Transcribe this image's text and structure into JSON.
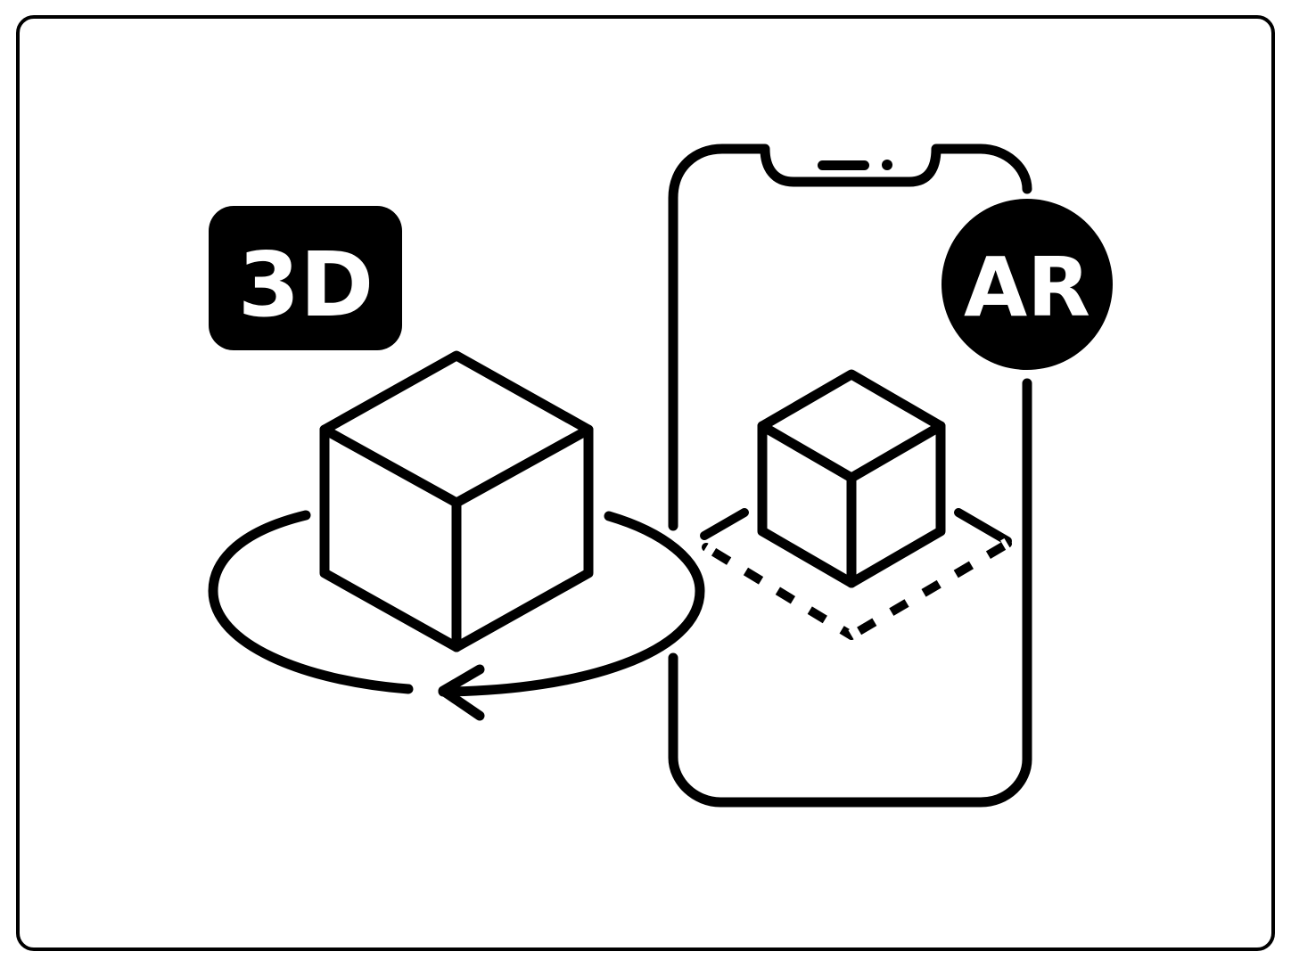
{
  "badges": {
    "three_d_label": "3D",
    "ar_label": "AR"
  },
  "icons": {
    "frame": "rounded-frame",
    "cube_left": "cube-icon",
    "rotation": "rotate-arrow-icon",
    "phone": "smartphone-icon",
    "cube_right": "cube-icon",
    "placement": "ar-placement-plane-icon"
  },
  "colors": {
    "ink": "#000000",
    "paper": "#ffffff"
  }
}
